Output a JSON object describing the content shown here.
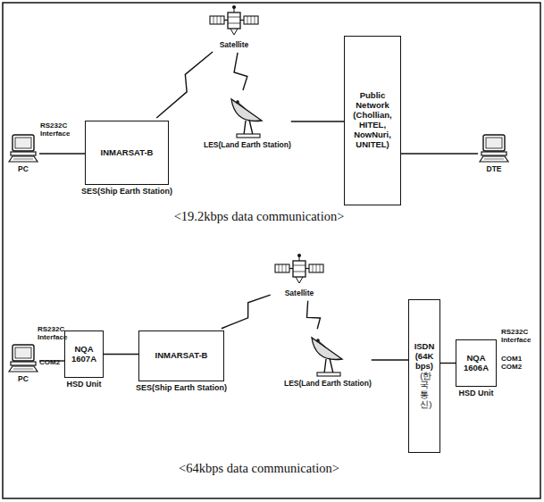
{
  "diagram": {
    "nodes": [
      {
        "text": [
          "PC"
        ]
      },
      {
        "text": [
          "INMARSAT-B",
          "SES(Ship Earth Station)"
        ]
      },
      {
        "text": [
          "Satellite"
        ]
      },
      {
        "text": [
          "LES(Land Earth Station)"
        ]
      },
      {
        "text": [
          "Public Network",
          "(Chollian, HITEL, NowNuri, UNITEL)"
        ]
      },
      {
        "text": [
          "DTE"
        ]
      },
      {
        "text": [
          "PC"
        ]
      },
      {
        "text": [
          "NQA 1607A",
          "HSD Unit"
        ]
      },
      {
        "text": [
          "INMARSAT-B",
          "SES(Ship Earth Station)"
        ]
      },
      {
        "text": [
          "Satellite"
        ]
      },
      {
        "text": [
          "LES(Land Earth Station)"
        ]
      },
      {
        "text": [
          "ISDN",
          "(64K bps)",
          "(한국 통신)"
        ]
      },
      {
        "text": [
          "NQA 1606A",
          "HSD Unit"
        ]
      }
    ],
    "edges": [
      {
        "from": 0,
        "to": 1,
        "arrow": "none"
      },
      {
        "from": 1,
        "to": 2,
        "arrow": "none"
      },
      {
        "from": 2,
        "to": 3,
        "arrow": "none"
      },
      {
        "from": 3,
        "to": 4,
        "arrow": "none"
      },
      {
        "from": 4,
        "to": 5,
        "arrow": "none"
      },
      {
        "from": 6,
        "to": 7,
        "arrow": "none"
      },
      {
        "from": 7,
        "to": 8,
        "arrow": "none"
      },
      {
        "from": 8,
        "to": 9,
        "arrow": "none"
      },
      {
        "from": 9,
        "to": 10,
        "arrow": "none"
      },
      {
        "from": 10,
        "to": 11,
        "arrow": "none"
      },
      {
        "from": 11,
        "to": 12,
        "arrow": "none"
      }
    ],
    "labels": [
      "RS232C Interface",
      "<19.2kbps data communication>",
      "RS232C Interface",
      "COM2",
      "RS232C Interface",
      "COM1 COM2",
      "<64kbps data communication>"
    ]
  }
}
